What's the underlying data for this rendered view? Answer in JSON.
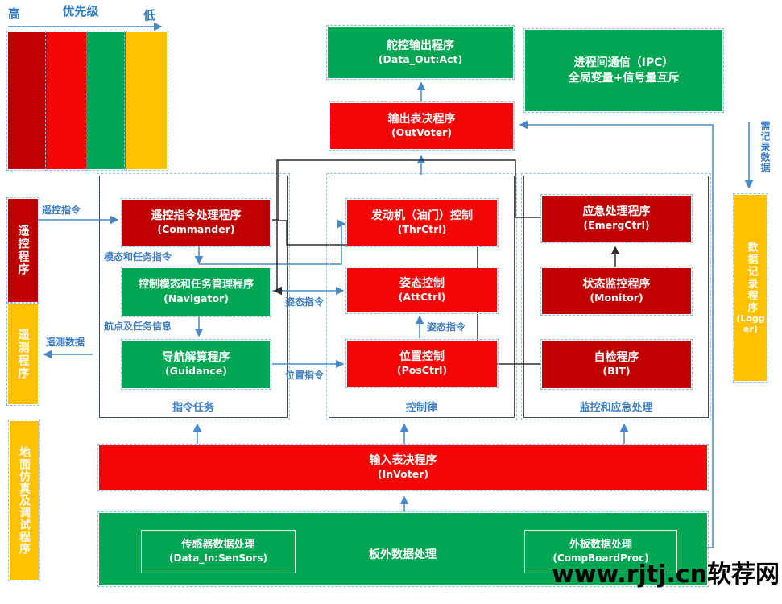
{
  "legend": {
    "high": "高",
    "title": "优先级",
    "low": "低",
    "bar_colors": [
      "#C00000",
      "#F40606",
      "#00A651",
      "#FFC000"
    ]
  },
  "palette": {
    "dark_red": "#C00000",
    "bright_red": "#F40606",
    "green": "#00A651",
    "yellow": "#FFC000",
    "label_blue": "#3D7EC5",
    "line_blue": "#4689CB",
    "line_black": "#2E2E2E"
  },
  "left_rail": {
    "remote": "遥控程序",
    "telemetry": "遥测程序",
    "ground": "地面仿真及调试程序"
  },
  "right_rail": {
    "logger_zh": "数据记录程序",
    "logger_en": "(Logger)"
  },
  "flow_labels": {
    "remote_cmd": "遥控指令",
    "telemetry_data": "遥测数据",
    "modal_task_cmd": "模态和任务指令",
    "waypoint_info": "航点及任务信息",
    "attitude_cmd_left": "姿态指令",
    "position_cmd": "位置指令",
    "attitude_cmd_mid": "姿态指令",
    "record_data": "需记录数据"
  },
  "top": {
    "servo_out": {
      "zh": "舵控输出程序",
      "en": "(Data_Out:Act)"
    },
    "out_voter": {
      "zh": "输出表决程序",
      "en": "(OutVoter)"
    },
    "ipc": {
      "line1": "进程间通信（IPC）",
      "line2": "全局变量+信号量互斥"
    }
  },
  "groups": {
    "command": {
      "caption": "指令任务",
      "boxes": [
        {
          "zh": "遥控指令处理程序",
          "en": "(Commander)"
        },
        {
          "zh": "控制模态和任务管理程序",
          "en": "(Navigator)"
        },
        {
          "zh": "导航解算程序",
          "en": "(Guidance)"
        }
      ]
    },
    "control": {
      "caption": "控制律",
      "boxes": [
        {
          "zh": "发动机（油门）控制",
          "en": "(ThrCtrl)"
        },
        {
          "zh": "姿态控制",
          "en": "(AttCtrl)"
        },
        {
          "zh": "位置控制",
          "en": "(PosCtrl)"
        }
      ]
    },
    "monitor": {
      "caption": "监控和应急处理",
      "boxes": [
        {
          "zh": "应急处理程序",
          "en": "(EmergCtrl)"
        },
        {
          "zh": "状态监控程序",
          "en": "(Monitor)"
        },
        {
          "zh": "自检程序",
          "en": "(BIT)"
        }
      ]
    }
  },
  "bottom": {
    "in_voter": {
      "zh": "输入表决程序",
      "en": "(InVoter)"
    },
    "offboard": {
      "title": "板外数据处理",
      "sensor": {
        "zh": "传感器数据处理",
        "en": "(Data_In:SenSors)"
      },
      "compboard": {
        "zh": "外板数据处理",
        "en": "(CompBoardProc)"
      }
    }
  },
  "watermark": "www.rjtj.cn软荐网"
}
